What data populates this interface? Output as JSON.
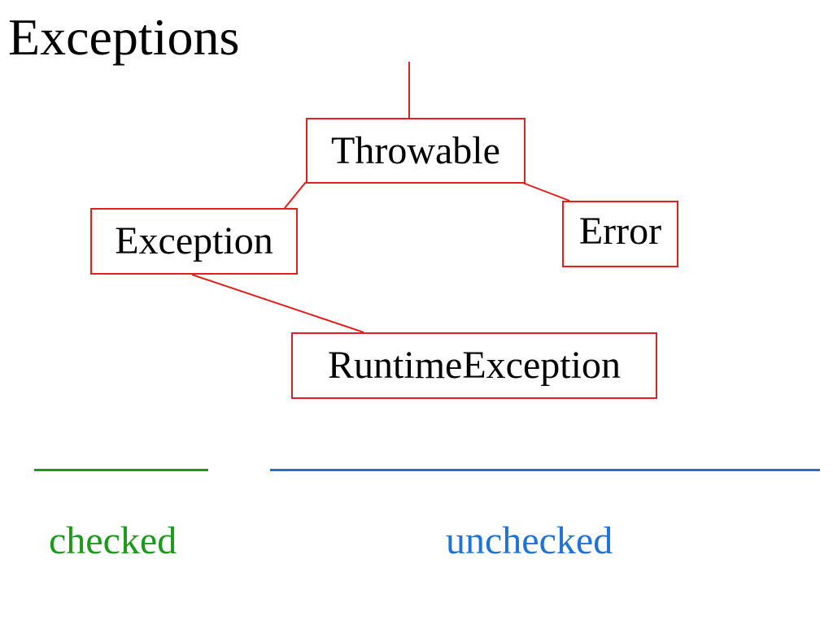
{
  "title": "Exceptions",
  "nodes": {
    "throwable": "Throwable",
    "exception": "Exception",
    "error": "Error",
    "runtime_exception": "RuntimeException"
  },
  "legend": {
    "checked": "checked",
    "unchecked": "unchecked"
  },
  "colors": {
    "box_border": "#e0201c",
    "connector": "#e0201c",
    "checked": "#1a9a1a",
    "unchecked": "#1f73d8"
  }
}
